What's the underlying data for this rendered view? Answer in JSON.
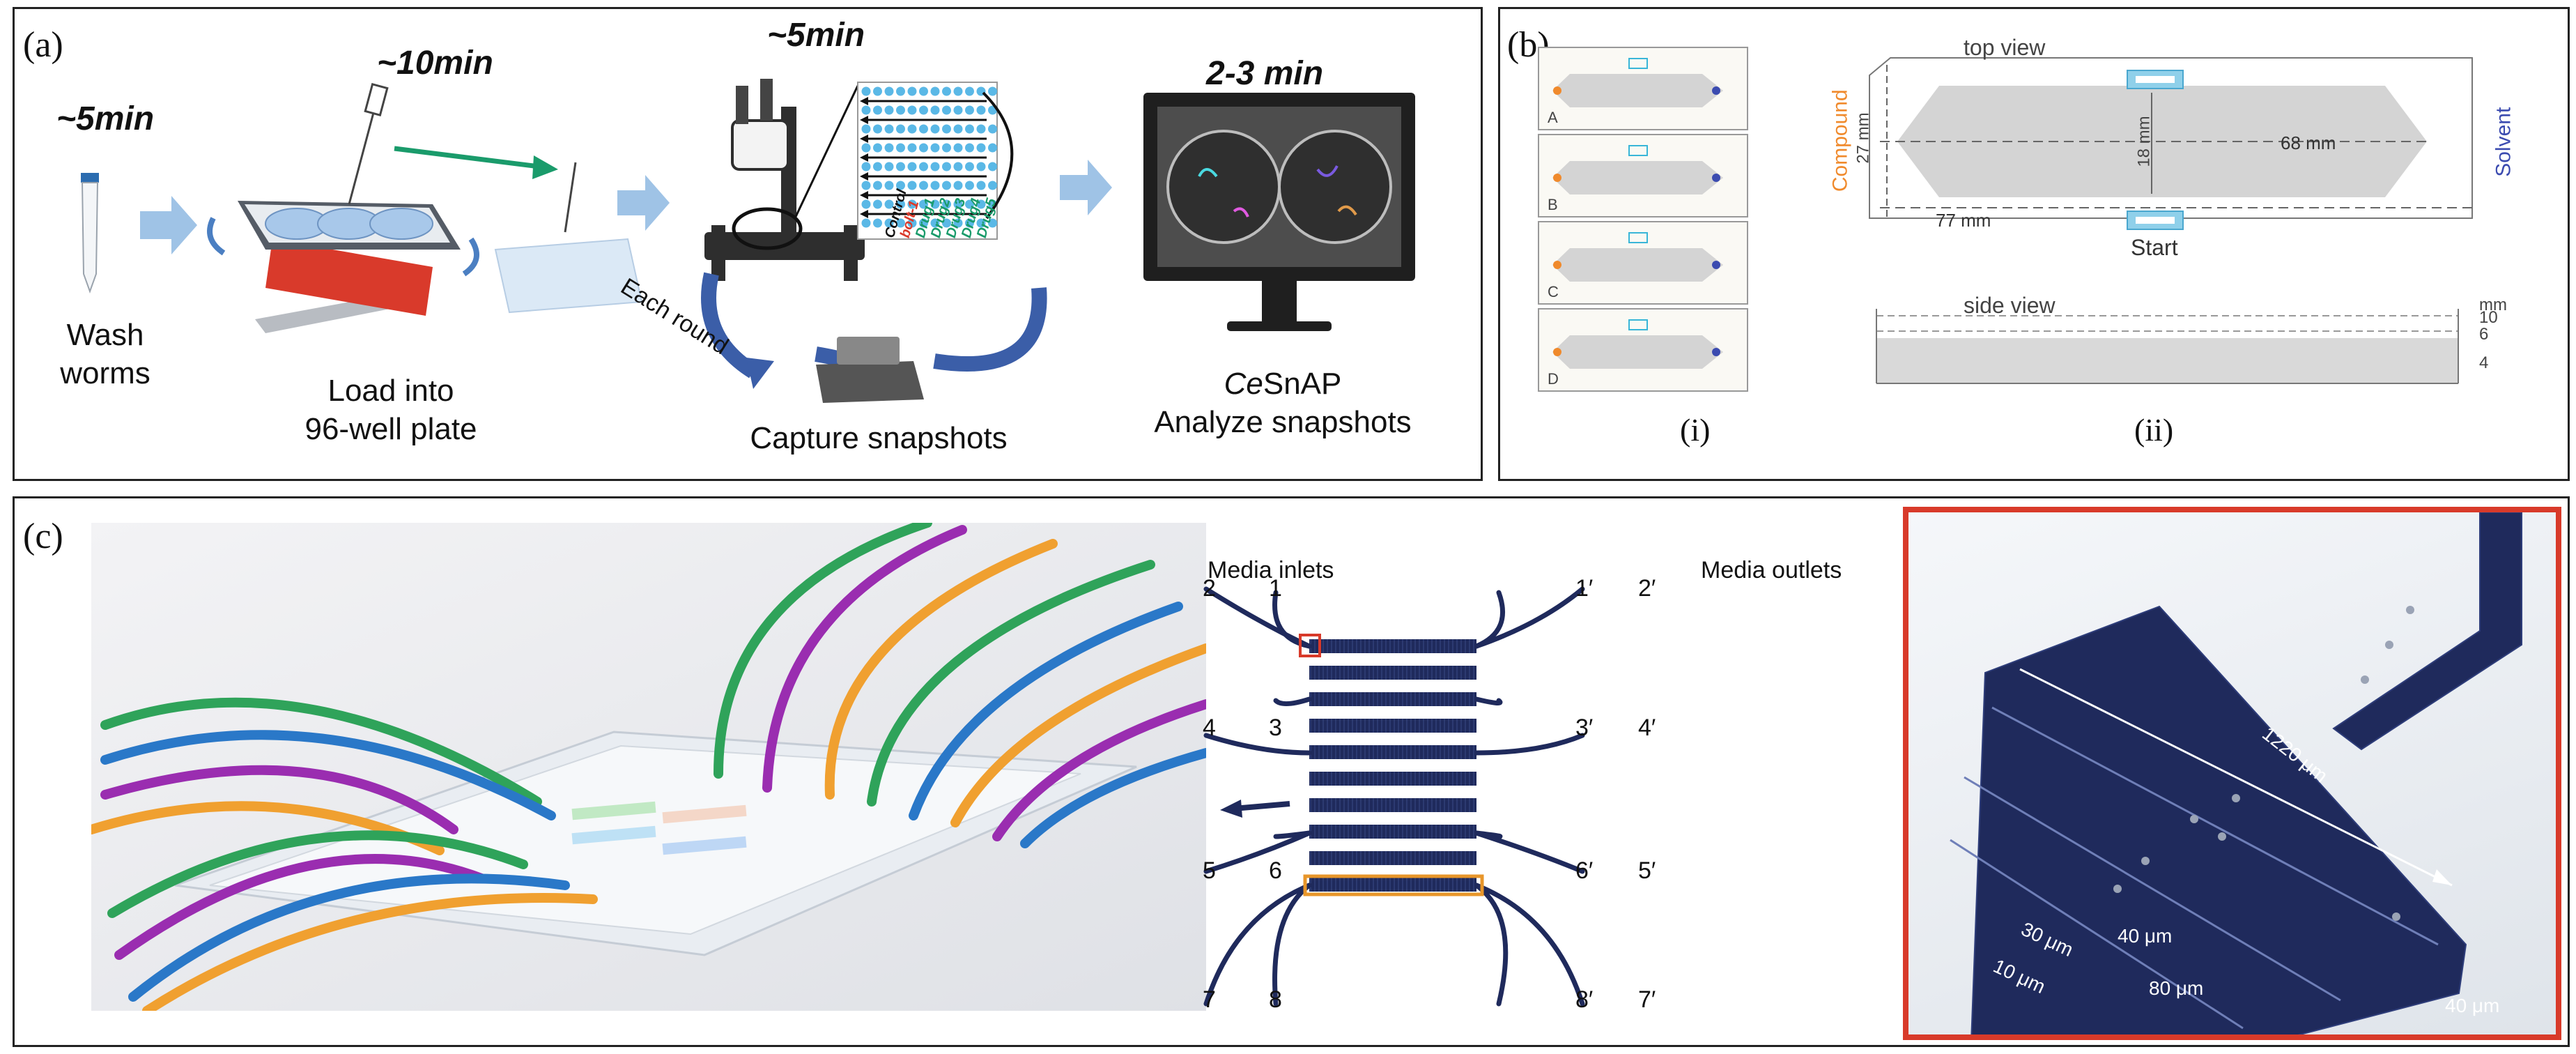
{
  "panel_a": {
    "tag": "(a)",
    "times": [
      "~5min",
      "~10min",
      "~5min",
      "2-3 min"
    ],
    "wash_line1": "Wash",
    "wash_line2": "worms",
    "load_line1": "Load into",
    "load_line2": "96-well plate",
    "capture": "Capture snapshots",
    "each_round": "Each round",
    "analyze_italic": "Ce",
    "analyze_rest": "SnAP",
    "analyze_line2": "Analyze snapshots",
    "plate_rows": [
      "Control",
      "bolt-1",
      "Drug1",
      "Drug2",
      "Drug3",
      "Drug4",
      "Drug5"
    ],
    "colors": {
      "arrow_blue": "#9fc3e6",
      "green_arrow": "#1a9b6b",
      "ring_blue": "#3b5ea8",
      "stage_red": "#d93a2b"
    }
  },
  "panel_b": {
    "tag": "(b)",
    "rows": [
      "A",
      "B",
      "C",
      "D"
    ],
    "sub_i": "(i)",
    "sub_ii": "(ii)",
    "top_view": "top view",
    "side_view": "side view",
    "compound": "Compound",
    "solvent": "Solvent",
    "start": "Start",
    "dim_27": "27 mm",
    "dim_18": "18 mm",
    "dim_68": "68 mm",
    "dim_77": "77 mm",
    "unit_mm": "mm",
    "side_ticks": [
      "10",
      "6",
      "4"
    ],
    "colors": {
      "compound": "#f08a2c",
      "solvent": "#3b4bb0",
      "marker": "#39b6d8",
      "chamber": "#d4d4d4"
    }
  },
  "panel_c": {
    "tag": "(c)",
    "media_inlets": "Media inlets",
    "media_outlets": "Media outlets",
    "left_ports": [
      "2",
      "1",
      "4",
      "3",
      "5",
      "6",
      "7",
      "8"
    ],
    "right_ports": [
      "1′",
      "2′",
      "3′",
      "4′",
      "6′",
      "5′",
      "8′",
      "7′"
    ],
    "dims": [
      "1220 μm",
      "30 μm",
      "40 μm",
      "10 μm",
      "80 μm",
      "40 μm"
    ],
    "colors": {
      "channel": "#1f2a5c",
      "highlight_red": "#d83a2a",
      "highlight_orange": "#e8962a",
      "tube_green": "#2fa35a",
      "tube_purple": "#9a2db0",
      "tube_orange": "#f0a030",
      "tube_blue": "#2a78c8"
    }
  }
}
